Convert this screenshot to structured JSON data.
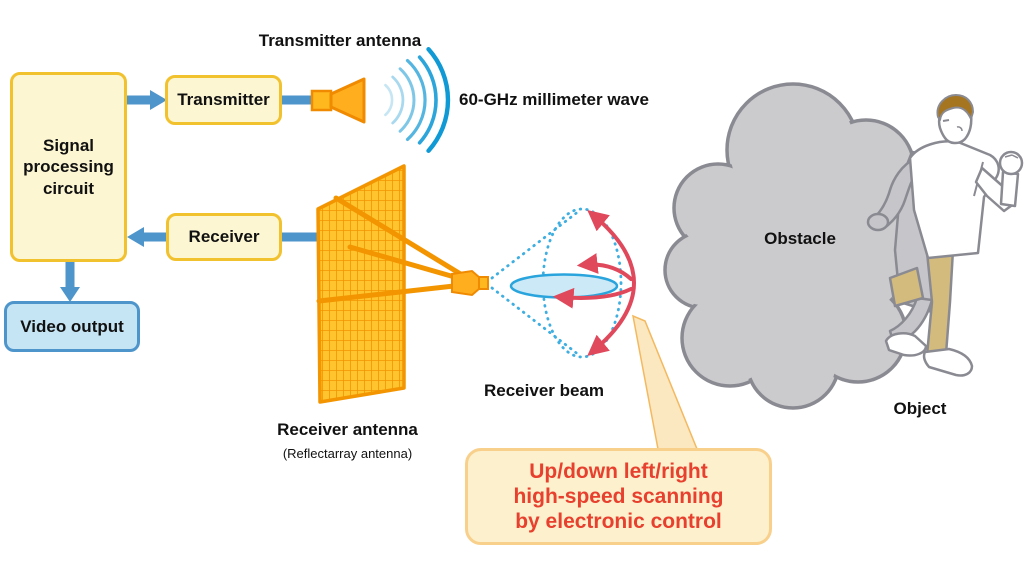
{
  "diagram": {
    "boxes": {
      "signal_processing_circuit": "Signal\nprocessing\ncircuit",
      "transmitter": "Transmitter",
      "receiver": "Receiver",
      "video_output": "Video output"
    },
    "labels": {
      "transmitter_antenna": "Transmitter antenna",
      "millimeter_wave": "60-GHz millimeter wave",
      "receiver_beam": "Receiver beam",
      "receiver_antenna": "Receiver antenna",
      "receiver_antenna_sub": "(Reflectarray antenna)",
      "obstacle": "Obstacle",
      "object": "Object"
    },
    "callout": {
      "text": "Up/down left/right\nhigh-speed scanning\nby electronic control"
    },
    "icons": [
      "horn-antenna-icon",
      "wave-arcs-icon",
      "reflectarray-panel-icon",
      "feed-horn-icon",
      "receiver-beam-cone-icon",
      "scan-arrows-icon",
      "callout-pointer-icon",
      "cloud-icon",
      "running-person-icon",
      "connector-arrow-icon"
    ],
    "colors": {
      "box_yellow_fill": "#FCF6D2",
      "box_yellow_border": "#F2C12E",
      "box_blue_fill": "#C5E5F4",
      "box_blue_border": "#4E95CC",
      "connector_blue": "#4E95CC",
      "antenna_orange": "#FFAF1E",
      "antenna_orange_dark": "#F08A00",
      "panel_fill": "#FFC42E",
      "panel_grid": "#F29500",
      "wave_blue_dark": "#0F99D5",
      "beam_ellipse_fill": "#CBE9F7",
      "beam_outline_blue": "#2AA4DC",
      "scan_arrow_red": "#E0485C",
      "callout_fill": "#FDF0CC",
      "callout_border": "#F8D08C",
      "callout_text_red": "#E8402E",
      "cloud_fill": "#CBCACD",
      "cloud_outline": "#8A8A92",
      "occluded_gray": "#C6C5C9",
      "pants_khaki": "#D3BA7D",
      "hair_brown": "#A5751F"
    }
  }
}
